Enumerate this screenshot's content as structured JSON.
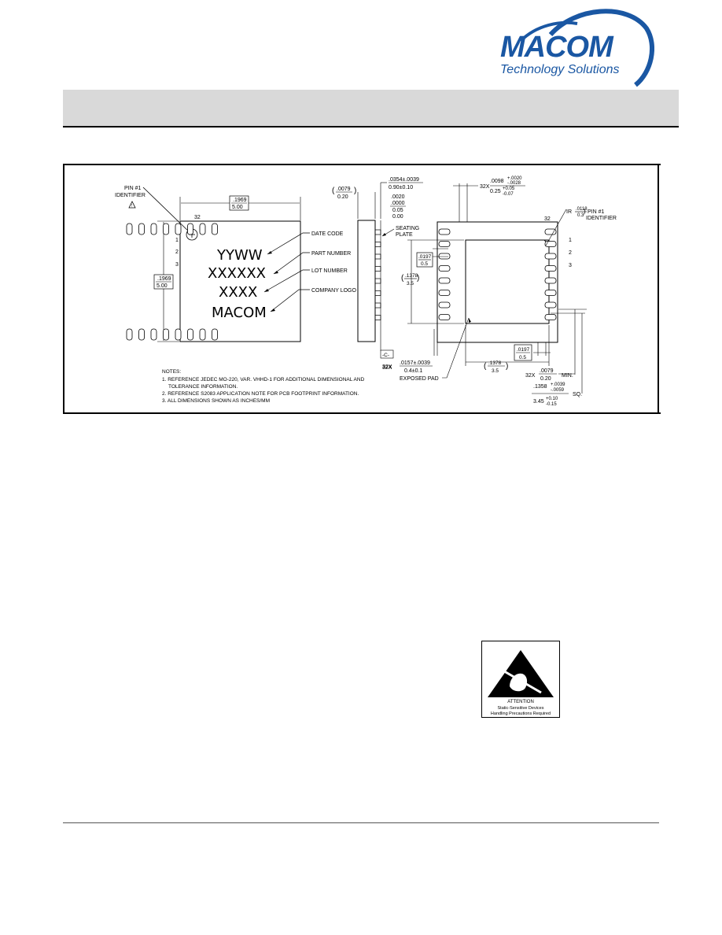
{
  "logo": {
    "brand": "MACOM",
    "tagline": "Technology Solutions"
  },
  "drawing": {
    "top_view": {
      "pin1_label": "PIN #1",
      "pin1_sub": "IDENTIFIER",
      "width_in": ".1969",
      "width_mm": "5.00",
      "height_in": ".1969",
      "height_mm": "5.00",
      "pin_32": "32",
      "pin_1": "1",
      "pin_2": "2",
      "pin_3": "3",
      "marking_line1": "YYWW",
      "marking_line2": "XXXXXX",
      "marking_line3": "XXXX",
      "marking_line4": "MACOM",
      "callout_date": "DATE CODE",
      "callout_part": "PART NUMBER",
      "callout_lot": "LOT NUMBER",
      "callout_logo": "COMPANY LOGO"
    },
    "side_view": {
      "lead_in": ".0079",
      "lead_mm": "0.20",
      "height_in": ".0354±.0039",
      "height_mm": "0.90±0.10",
      "standoff_in_max": ".0020",
      "standoff_in_min": ".0000",
      "standoff_mm_max": "0.05",
      "standoff_mm_min": "0.00",
      "seating_1": "SEATING",
      "seating_2": "PLATE",
      "datum": "-C-",
      "count_32x": "32X"
    },
    "bottom_view": {
      "lead_w_prefix": "32X",
      "lead_w_in": ".0098",
      "lead_w_in_plus": "+.0020",
      "lead_w_in_minus": "-.0028",
      "lead_w_mm": "0.25",
      "lead_w_mm_plus": "+0.05",
      "lead_w_mm_minus": "-0.07",
      "ir_label": "IR",
      "ir_in": ".0118",
      "ir_mm": "0.3",
      "pin1_label": "PIN #1",
      "pin1_sub": "IDENTIFIER",
      "pin_32": "32",
      "pin_1": "1",
      "pin_2": "2",
      "pin_3": "3",
      "pitch_in": ".0197",
      "pitch_mm": "0.5",
      "pad_in": ".1378",
      "pad_mm": "3.5",
      "lead_len_prefix": "32X",
      "lead_len_in": ".0157±.0039",
      "lead_len_mm": "0.4±0.1",
      "exposed_pad": "EXPOSED PAD",
      "bpitch_in": ".0197",
      "bpitch_mm": "0.5",
      "bpad_in": ".1378",
      "bpad_mm": "3.5",
      "min_prefix": "32X",
      "min_in": ".0079",
      "min_mm": "0.20",
      "min_word": "MIN.",
      "epad_in": ".1358",
      "epad_in_plus": "+.0039",
      "epad_in_minus": "-.0059",
      "epad_mm": "3.45",
      "epad_mm_plus": "+0.10",
      "epad_mm_minus": "-0.15",
      "sq": "SQ."
    },
    "notes": {
      "title": "NOTES:",
      "n1a": "1. REFERENCE JEDEC MO-220, VAR. VHHD-1 FOR ADDITIONAL DIMENSIONAL AND",
      "n1b": "TOLERANCE INFORMATION.",
      "n2": "2. REFERENCE S2083 APPLICATION NOTE FOR PCB FOOTPRINT INFORMATION.",
      "n3": "3. ALL DIMENSIONS SHOWN AS INCHES/MM"
    }
  },
  "esd": {
    "line1": "ATTENTION",
    "line2": "Static-Sensitive Devices",
    "line3": "Handling Precautions Required"
  }
}
